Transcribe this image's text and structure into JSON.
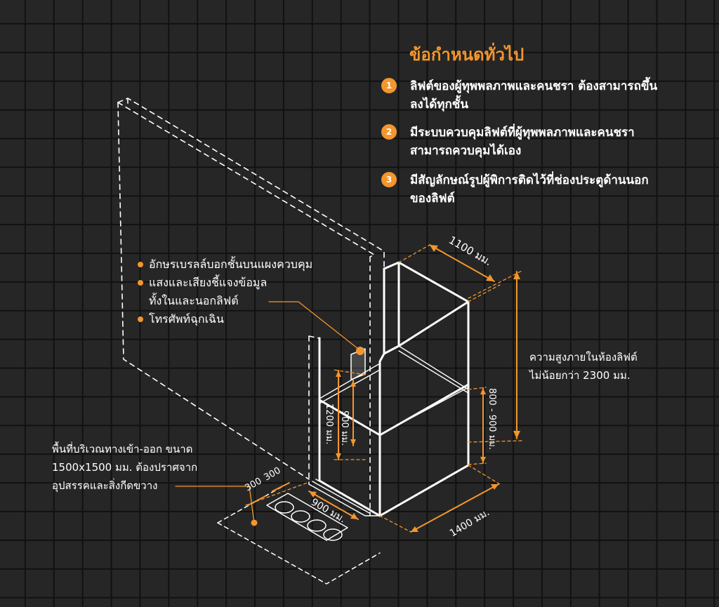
{
  "title": "ข้อกำหนดทั่วไป",
  "requirements": [
    {
      "num": "1",
      "text": "ลิฟต์ของผู้ทุพพลภาพและคนชรา ต้องสามารถขึ้นลงได้ทุกชั้น"
    },
    {
      "num": "2",
      "text": "มีระบบควบคุมลิฟต์ที่ผู้ทุพพลภาพและคนชรา สามารถควบคุมได้เอง"
    },
    {
      "num": "3",
      "text": "มีสัญลักษณ์รูปผู้พิการติดไว้ที่ช่องประตูด้านนอกของลิฟต์"
    }
  ],
  "features": {
    "item1": "อักษรเบรลล์บอกชั้นบนแผงควบคุม",
    "item2_line1": "แสงและเสียงชี้แจงข้อมูล",
    "item2_line2": "ทั้งในและนอกลิฟต์",
    "item3": "โทรศัพท์ฉุกเฉิน"
  },
  "height_note": {
    "line1": "ความสูงภายในห้องลิฟต์",
    "line2": "ไม่น้อยกว่า 2300 มม."
  },
  "floor_note": {
    "line1": "พื้นที่บริเวณทางเข้า-ออก ขนาด",
    "line2": "1500x1500 มม. ต้องปราศจาก",
    "line3": "อุปสรรคและสิ่งกีดขวาง"
  },
  "dimensions": {
    "width_top": "1100 มม.",
    "depth": "1400 มม.",
    "door": "900 มม.",
    "panel_height": "1200 มม.",
    "button_height": "900 มม.",
    "handrail": "800 - 900 มม.",
    "clear_a": "300",
    "clear_b": "300"
  },
  "colors": {
    "accent": "#f3962e",
    "background": "#262626",
    "grid": "#111111",
    "line": "#ffffff"
  }
}
